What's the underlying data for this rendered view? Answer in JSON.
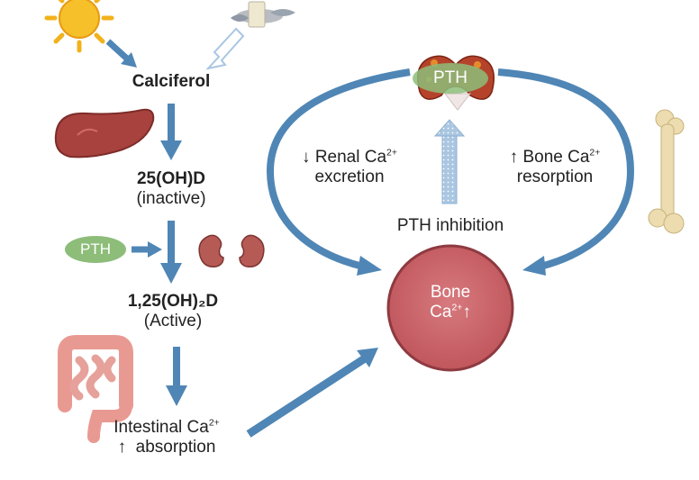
{
  "nodes": {
    "calciferol": "Calciferol",
    "d25_name": "25(OH)D",
    "d25_state": "(inactive)",
    "d125_name": "1,25(OH)₂D",
    "d125_state": "(Active)",
    "pth_left": "PTH",
    "pth_top": "PTH",
    "bone_center_1": "Bone",
    "bone_center_2": "Ca",
    "bone_center_arrow": "↑"
  },
  "effects": {
    "renal_arrow": "↓",
    "renal_1": "Renal Ca",
    "renal_2": "excretion",
    "bone_arrow": "↑",
    "bone_1": "Bone Ca",
    "bone_2": "resorption",
    "pth_inhibition": "PTH inhibition",
    "intestinal_1": "Intestinal Ca",
    "intestinal_arrow": "↑",
    "intestinal_2": "absorption",
    "ion_charge": "2+"
  },
  "colors": {
    "arrow_blue": "#4f86b5",
    "pth_green": "#8dbd79",
    "bone_circle_fill": "#c8666b",
    "bone_circle_border": "#8e3a40",
    "sun": "#f2b21c",
    "liver": "#a7423e",
    "kidney": "#b55a55",
    "intestine": "#e89a92",
    "bone_shaft": "#ecdcb0"
  },
  "icons": [
    "sun-icon",
    "food-icon",
    "liver-icon",
    "kidney-icon",
    "intestine-icon",
    "thyroid-icon",
    "bone-icon"
  ]
}
